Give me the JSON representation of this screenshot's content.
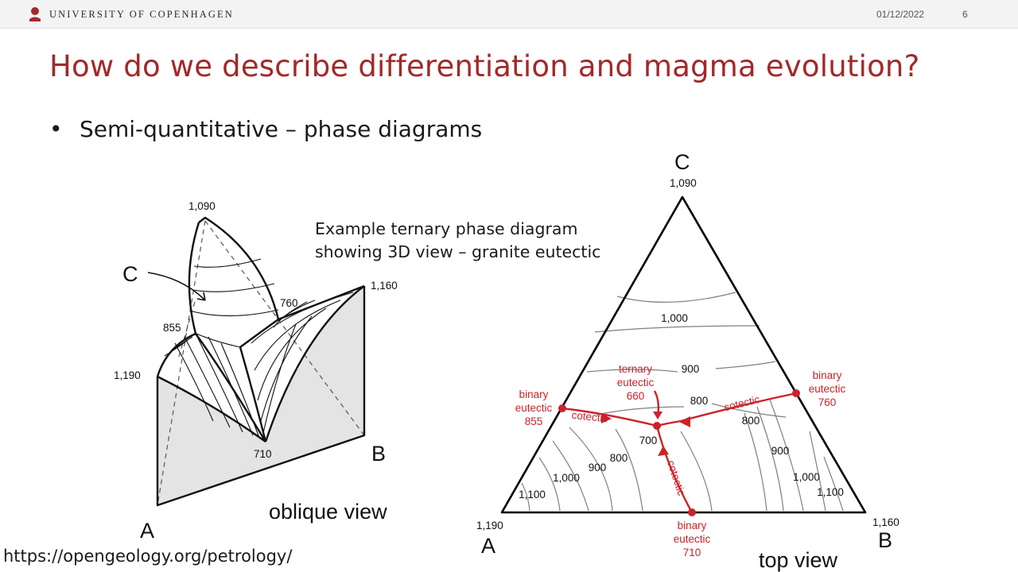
{
  "header": {
    "university": "UNIVERSITY OF COPENHAGEN",
    "date": "01/12/2022",
    "slide_number": "6"
  },
  "slide": {
    "title": "How do we describe differentiation and magma evolution?",
    "bullet_marker": "•",
    "bullet": "Semi-quantitative – phase diagrams",
    "caption_lines": [
      "Example ternary phase diagram",
      "showing 3D view – granite eutectic"
    ],
    "source_url": "https://opengeology.org/petrology/"
  },
  "oblique_diagram": {
    "view_label": "oblique view",
    "corner_labels": {
      "A": "A",
      "B": "B",
      "C": "C"
    },
    "temperature_labels": {
      "C_top": "1,090",
      "B_top": "1,160",
      "A_top": "1,190",
      "AC_eutectic": "855",
      "BC_eutectic": "760",
      "AB_eutectic": "710"
    },
    "colors": {
      "wall_fill": "#e4e4e4",
      "line": "#111111"
    }
  },
  "top_diagram": {
    "view_label": "top view",
    "corner_labels": {
      "A": "A",
      "B": "B",
      "C": "C"
    },
    "corner_temperatures": {
      "A": "1,190",
      "B": "1,160",
      "C": "1,090"
    },
    "isotherm_labels": {
      "c1000": "1,000",
      "c900": "900",
      "c800_top": "800",
      "a1100": "1,100",
      "a1000": "1,000",
      "a900": "900",
      "a800": "800",
      "center700": "700",
      "b800": "800",
      "b900": "900",
      "b1000": "1,000",
      "b1100": "1,100"
    },
    "annotations": {
      "binary_word": "binary",
      "eutectic_word": "eutectic",
      "ternary_word": "ternary",
      "left_temp": "855",
      "right_temp": "760",
      "bottom_temp": "710",
      "ternary_temp": "660",
      "cotectic": "cotectic"
    },
    "colors": {
      "accent": "#cc2229",
      "isotherm": "#808080",
      "outline": "#000000"
    }
  }
}
